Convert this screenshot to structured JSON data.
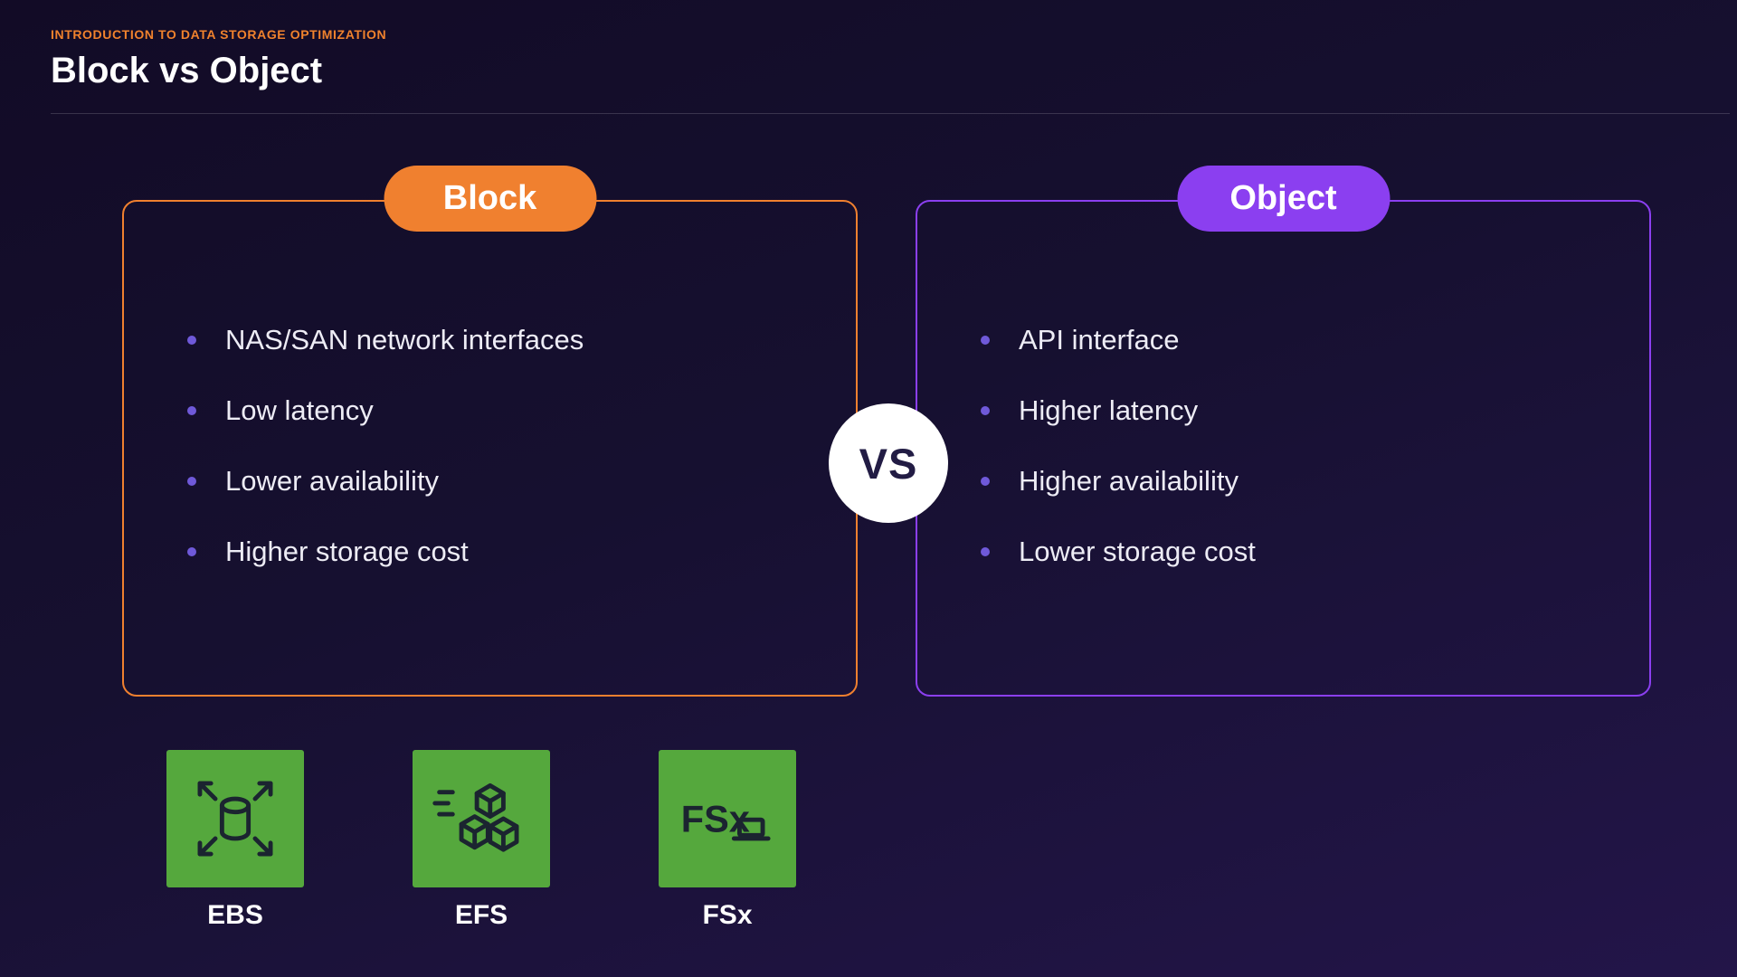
{
  "slide": {
    "eyebrow": "INTRODUCTION TO DATA STORAGE OPTIMIZATION",
    "title": "Block vs Object"
  },
  "vs_badge": "VS",
  "cards": [
    {
      "title": "Block",
      "accent": "#F0802F",
      "items": [
        "NAS/SAN network interfaces",
        "Low latency",
        "Lower availability",
        "Higher storage cost"
      ]
    },
    {
      "title": "Object",
      "accent": "#8B3FF0",
      "items": [
        "API interface",
        "Higher latency",
        "Higher availability",
        "Lower storage cost"
      ]
    }
  ],
  "services": [
    {
      "label": "EBS",
      "icon": "ebs-volume-expand-icon"
    },
    {
      "label": "EFS",
      "icon": "efs-cubes-icon"
    },
    {
      "label": "FSx",
      "icon": "fsx-file-system-icon"
    }
  ],
  "colors": {
    "background_top": "#120B26",
    "background_bottom": "#231549",
    "block_accent": "#F0802F",
    "object_accent": "#8B3FF0",
    "bullet_dot": "#6F59D9",
    "service_green": "#55A83D",
    "eyebrow_orange": "#F0822D",
    "text": "#EDECF5",
    "vs_text": "#221C44"
  }
}
